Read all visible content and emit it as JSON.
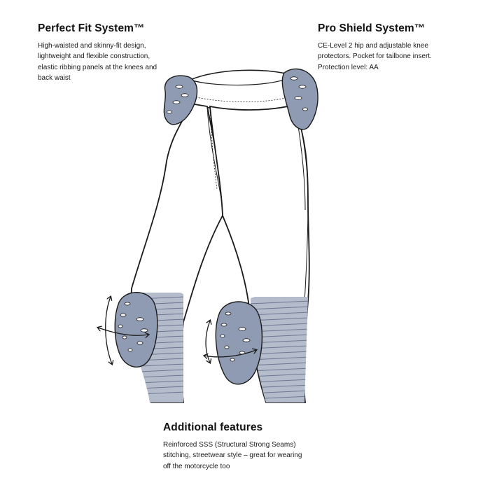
{
  "perfect_fit": {
    "title": "Perfect Fit System™",
    "description": "High-waisted and skinny-fit design,\nlightweight and flexible construction,\nelastic ribbing panels at the knees and\nback waist"
  },
  "pro_shield": {
    "title": "Pro Shield System™",
    "description": "CE-Level 2 hip and adjustable knee\nprotectors. Pocket for tailbone insert.\nProtection level: AA"
  },
  "additional": {
    "title": "Additional features",
    "description": "Reinforced SSS (Structural Strong Seams)\nstitching, streetwear style – great for wearing\noff the motorcycle too"
  },
  "colors": {
    "outline": "#1a1a1a",
    "protector": "#8e9bb3",
    "ribbing": "#9aa5bb",
    "garment": "#ffffff"
  },
  "icons": [
    "hip-protector-left-icon",
    "hip-protector-right-icon",
    "knee-protector-left-icon",
    "knee-protector-right-icon",
    "adjust-arrow-icon"
  ]
}
